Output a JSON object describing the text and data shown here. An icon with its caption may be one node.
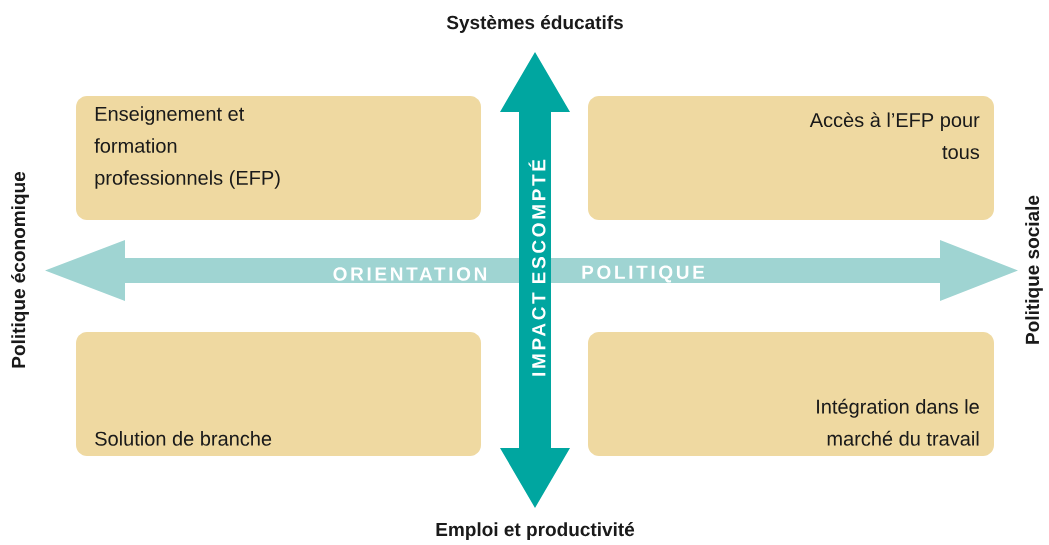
{
  "diagram": {
    "nodes": [
      {
        "text": [
          "Enseignement et formation professionnels (EFP)"
        ]
      },
      {
        "text": [
          "Accès à l’EFP pour tous"
        ]
      },
      {
        "text": [
          "Solution de branche"
        ]
      },
      {
        "text": [
          "Intégration dans le marché du travail"
        ]
      }
    ],
    "labels": [
      "Systèmes éducatifs",
      "Politique économique",
      "ORIENTATION",
      "IMPACT ESCOMPTÉ",
      "POLITIQUE",
      "Politique sociale",
      "Emploi et productivité"
    ]
  }
}
